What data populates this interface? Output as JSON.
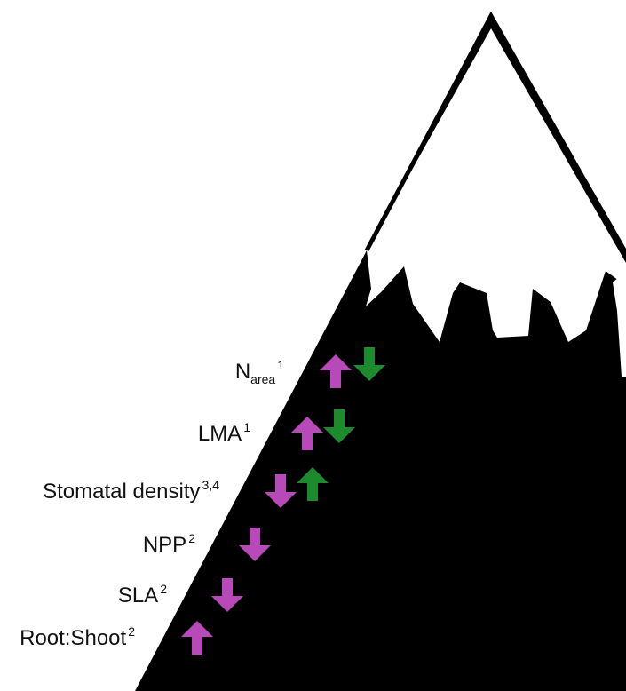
{
  "colors": {
    "mountain": "#000000",
    "snow": "#ffffff",
    "increase_purple": "#b74ab8",
    "decrease_green": "#1e8a2e"
  },
  "traits": [
    {
      "name": "N",
      "subscript": "area",
      "superscript": "1",
      "purple": "up",
      "green": "down"
    },
    {
      "name": "LMA",
      "subscript": "",
      "superscript": "1",
      "purple": "up",
      "green": "down"
    },
    {
      "name": "Stomatal density",
      "subscript": "",
      "superscript": "3,4",
      "purple": "down",
      "green": "up"
    },
    {
      "name": "NPP",
      "subscript": "",
      "superscript": "2",
      "purple": "down",
      "green": null
    },
    {
      "name": "SLA",
      "subscript": "",
      "superscript": "2",
      "purple": "down",
      "green": null
    },
    {
      "name": "Root:Shoot",
      "subscript": "",
      "superscript": "2",
      "purple": "up",
      "green": null
    }
  ]
}
